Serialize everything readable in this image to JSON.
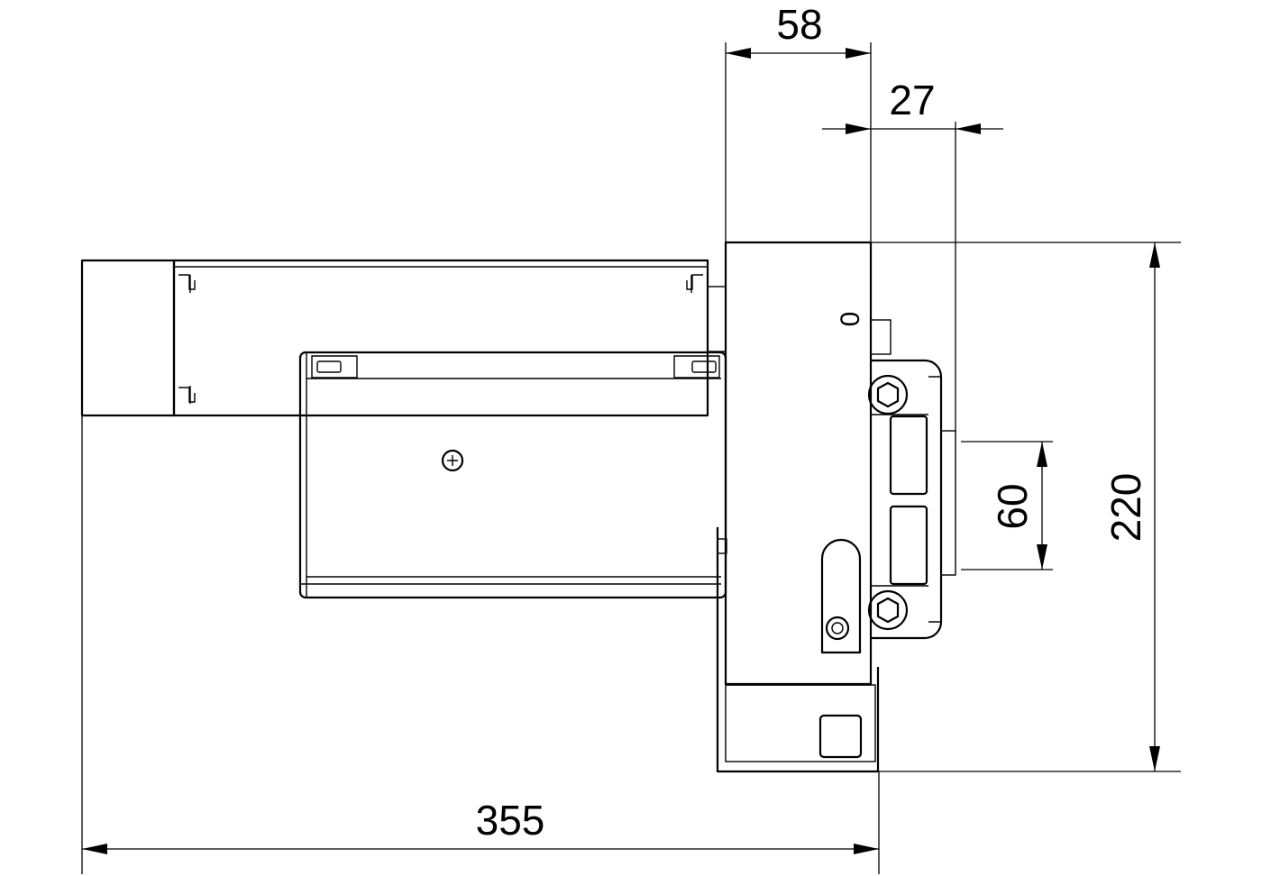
{
  "dimensions": {
    "width_top": "58",
    "offset_top": "27",
    "overall_height": "220",
    "inner_height": "60",
    "overall_length": "355"
  },
  "marks": {
    "zero_marking": "0"
  }
}
